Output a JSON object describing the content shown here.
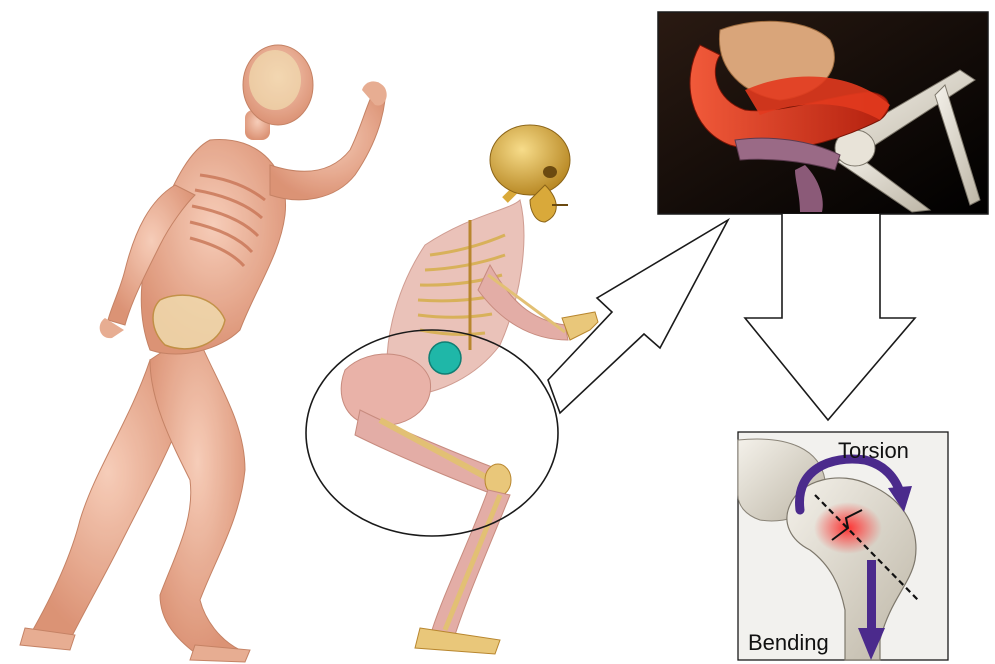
{
  "labels": {
    "torsion": "Torsion",
    "bending": "Bending"
  },
  "colors": {
    "muscle": "#e8a58c",
    "muscle_dark": "#c96b4a",
    "bone": "#e9c77a",
    "bone_dark": "#b8862e",
    "skull": "#d9a93a",
    "highlight_muscle": "#d83a22",
    "torsion_arrow": "#4b2a8c",
    "stress_glow": "#ff3030",
    "outline": "#1a1a1a"
  },
  "icons": {
    "runner": "running-anatomy-figure",
    "squatter": "squatting-skeleton-figure",
    "inset_muscle": "hip-muscle-closeup",
    "inset_femur": "proximal-femur-fracture"
  }
}
